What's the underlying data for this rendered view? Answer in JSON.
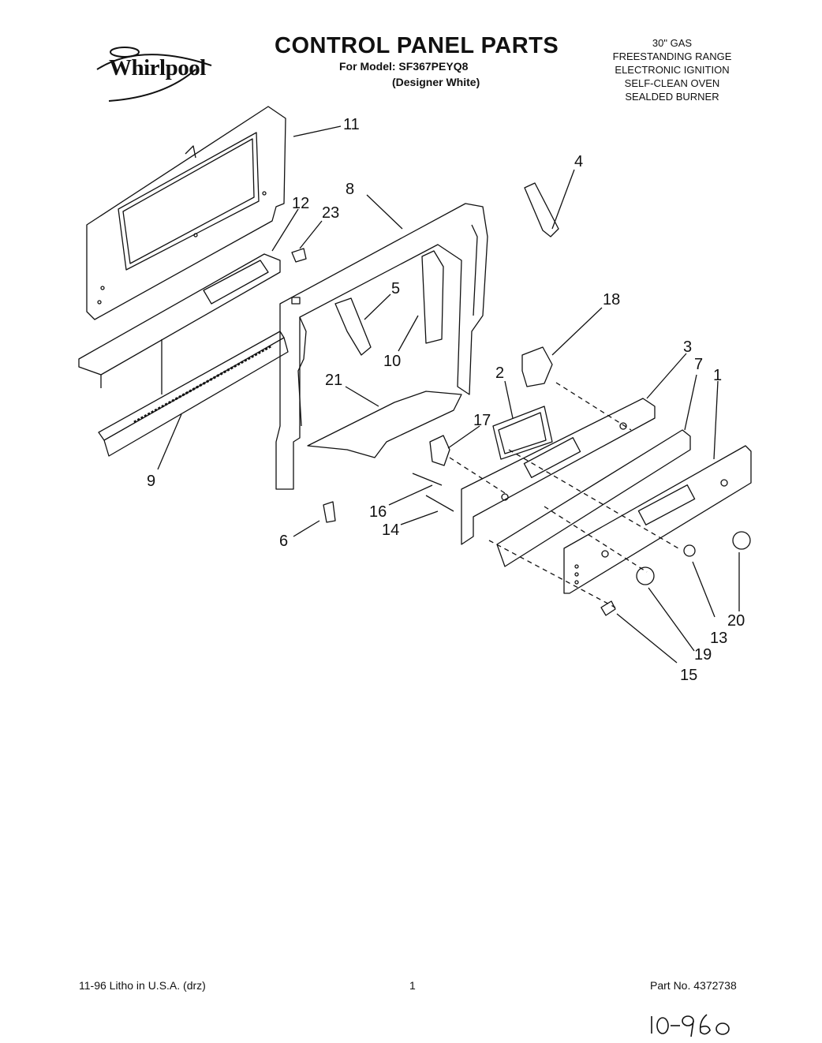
{
  "header": {
    "brand": "Whirlpool",
    "title": "CONTROL PANEL PARTS",
    "model_line": "For Model: SF367PEYQ8",
    "variant": "(Designer White)",
    "spec_lines": [
      "30\" GAS",
      "FREESTANDING RANGE",
      "ELECTRONIC IGNITION",
      "SELF-CLEAN OVEN",
      "SEALDED BURNER"
    ]
  },
  "callouts": {
    "c1": "1",
    "c2": "2",
    "c3": "3",
    "c4": "4",
    "c5": "5",
    "c6": "6",
    "c7": "7",
    "c8": "8",
    "c9": "9",
    "c10": "10",
    "c11": "11",
    "c12": "12",
    "c13": "13",
    "c14": "14",
    "c15": "15",
    "c16": "16",
    "c17": "17",
    "c18": "18",
    "c19": "19",
    "c20": "20",
    "c21": "21",
    "c23": "23"
  },
  "footer": {
    "left": "11-96 Litho in U.S.A. (drz)",
    "page": "1",
    "part_no": "Part No. 4372738"
  },
  "handwritten_note": "10-96"
}
